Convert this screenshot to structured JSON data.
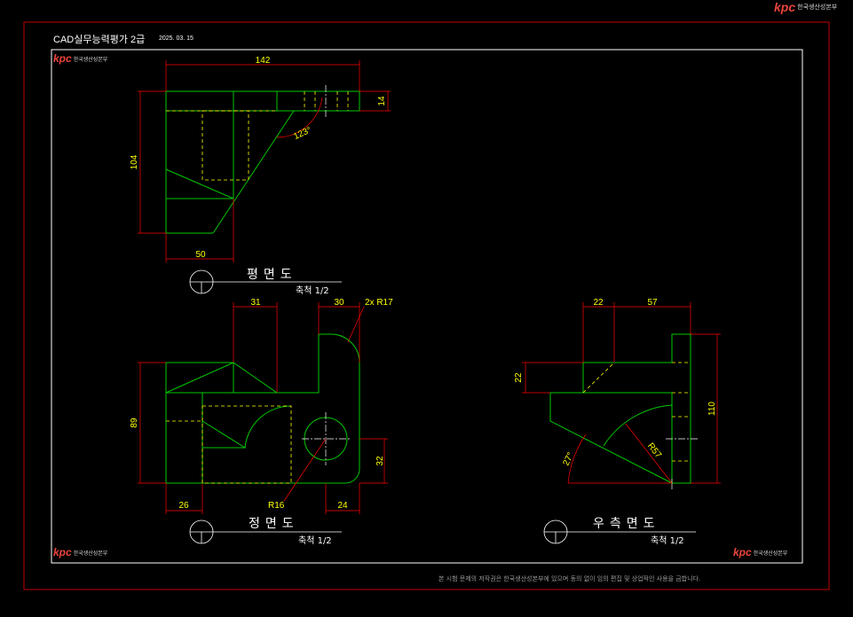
{
  "header": {
    "title": "CAD실무능력평가 2급",
    "date": "2025. 03. 15"
  },
  "brand": {
    "logo": "kpc",
    "org": "한국생산성본부"
  },
  "footer": {
    "copyright": "본 시험 문제의 저작권은 한국생산성본부에 있으며 동의 없이 임의 편집 및 상업적인 사용을 금합니다."
  },
  "colors": {
    "outline": "#00c800",
    "dimension": "#ff0000",
    "text": "#ffff00",
    "hidden": "#ffff00",
    "frame": "#ffffff",
    "border": "#c00000"
  },
  "views": {
    "plan": {
      "name": "평면도",
      "scale": "축척 1/2",
      "dims": {
        "width": "142",
        "height": "104",
        "thickness": "14",
        "base": "50",
        "angle": "123°"
      }
    },
    "front": {
      "name": "정면도",
      "scale": "축척 1/2",
      "dims": {
        "d31": "31",
        "d30": "30",
        "radius2x": "2x R17",
        "height": "89",
        "d32": "32",
        "d26": "26",
        "d24": "24",
        "r16": "R16"
      }
    },
    "right": {
      "name": "우측면도",
      "scale": "축척 1/2",
      "dims": {
        "d22a": "22",
        "d57": "57",
        "d22b": "22",
        "height": "110",
        "angle": "27°",
        "radius": "R57"
      }
    }
  }
}
